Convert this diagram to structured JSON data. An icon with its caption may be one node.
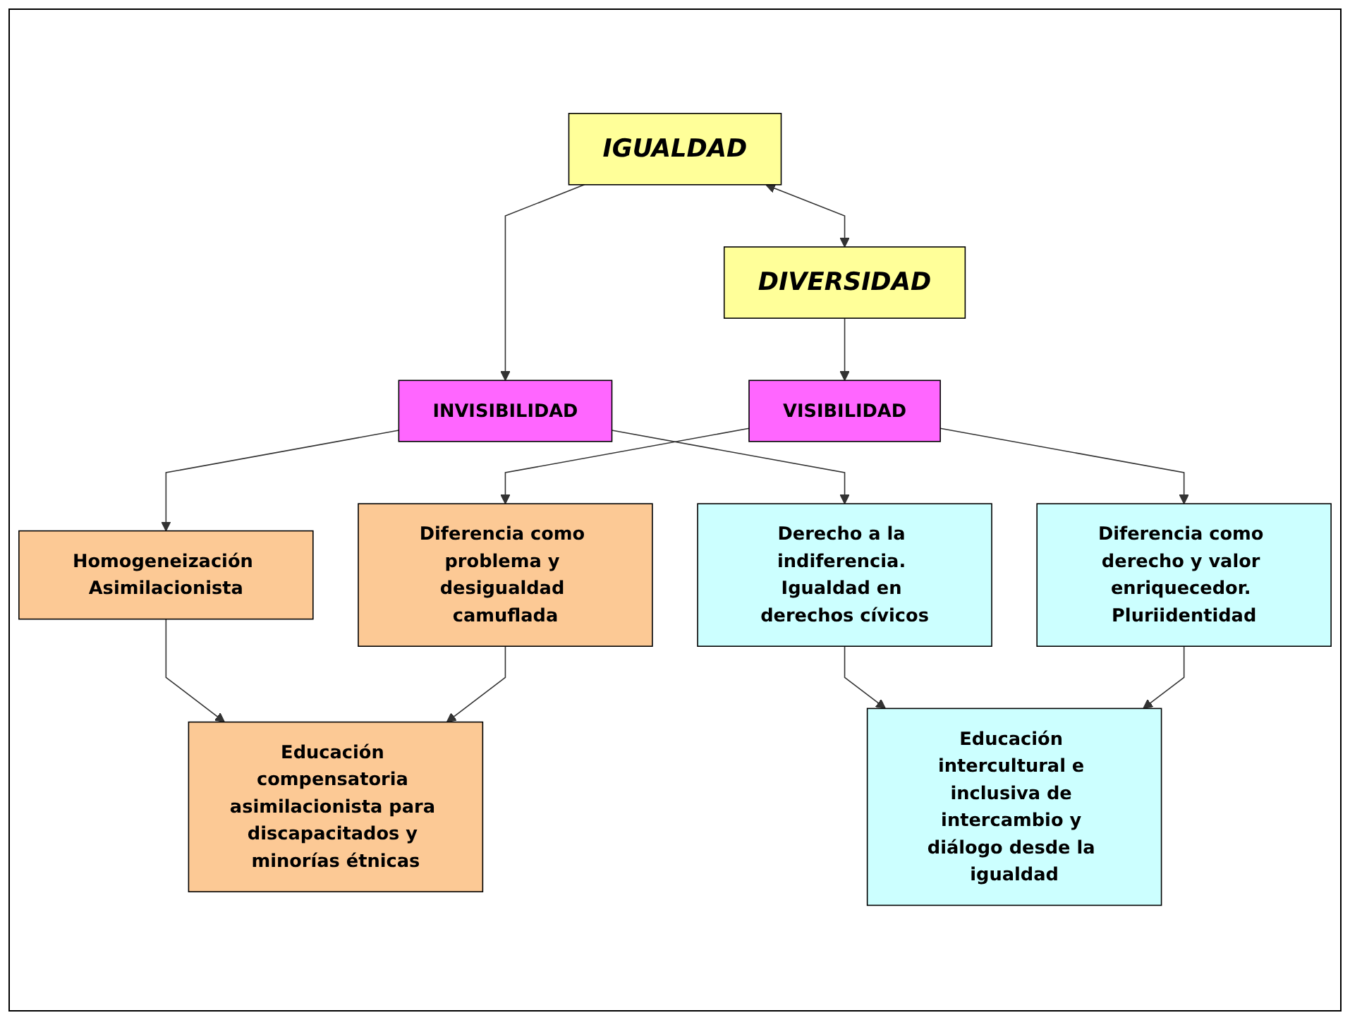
{
  "diagram": {
    "nodes": [
      {
        "text": [
          "IGUALDAD"
        ]
      },
      {
        "text": [
          "DIVERSIDAD"
        ]
      },
      {
        "text": [
          "INVISIBILIDAD"
        ]
      },
      {
        "text": [
          "VISIBILIDAD"
        ]
      },
      {
        "text": [
          "Homogeneización Asimilacionista"
        ]
      },
      {
        "text": [
          "Derecho a la indiferencia. Igualdad en derechos cívicos"
        ]
      },
      {
        "text": [
          "Diferencia como problema y desigualdad camuflada"
        ]
      },
      {
        "text": [
          "Diferencia como derecho y valor enriquecedor. Pluriidentidad"
        ]
      },
      {
        "text": [
          "Educación compensatoria asimilacionista para discapacitados y minorías étnicas"
        ]
      },
      {
        "text": [
          "Educación intercultural e inclusiva de intercambio y diálogo desde la igualdad"
        ]
      }
    ],
    "edges": [
      {
        "from": 0,
        "to": 1,
        "arrow": "both"
      },
      {
        "from": 0,
        "to": 2,
        "arrow": "to"
      },
      {
        "from": 1,
        "to": 3,
        "arrow": "to"
      },
      {
        "from": 2,
        "to": 4,
        "arrow": "to"
      },
      {
        "from": 2,
        "to": 5,
        "arrow": "to"
      },
      {
        "from": 3,
        "to": 6,
        "arrow": "to"
      },
      {
        "from": 3,
        "to": 7,
        "arrow": "to"
      },
      {
        "from": 4,
        "to": 8,
        "arrow": "to"
      },
      {
        "from": 6,
        "to": 8,
        "arrow": "to"
      },
      {
        "from": 5,
        "to": 9,
        "arrow": "to"
      },
      {
        "from": 7,
        "to": 9,
        "arrow": "to"
      }
    ]
  }
}
